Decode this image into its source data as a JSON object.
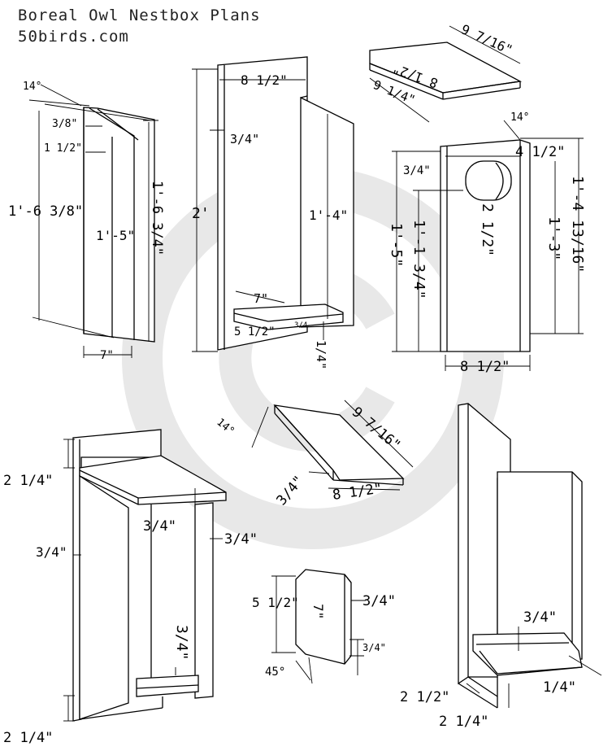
{
  "title": "Boreal Owl Nestbox Plans",
  "site": "50birds.com",
  "watermark_icon": "copyright-icon",
  "views": {
    "side_panel": {
      "roof_angle": "14°",
      "thickness": "3/8\"",
      "front_offset": "1 1/2\"",
      "height_back": "1'-6 3/8\"",
      "height_front": "1'-5\"",
      "height_right": "1'-6 3/4\"",
      "width": "7\""
    },
    "back_panel": {
      "width": "8 1/2\"",
      "thickness": "3/4\"",
      "height": "2'",
      "inner_height": "1'-4\"",
      "floor_depth": "7\"",
      "floor_width": "5 1/2\"",
      "floor_thickness": "3/4",
      "floor_recess": "1/4\""
    },
    "roof_top": {
      "length": "9 7/16\"",
      "width": "8 1/2\"",
      "depth": "9 1/4\""
    },
    "front_panel": {
      "bevel": "14°",
      "hole_offset_side": "4 1/2\"",
      "hole_offset_top": "3/4\"",
      "hole_diameter": "2 1/2\"",
      "hole_height": "1'-1 3/4\"",
      "front_height_left": "1'-5\"",
      "front_height_right": "1'-4 13/16\"",
      "inner_height": "1'-3\"",
      "width": "8 1/2\""
    },
    "assembled_side": {
      "top_overhang": "2 1/4\"",
      "roof_thickness": "3/4\"",
      "wall_right": "3/4\"",
      "wall_left": "3/4\"",
      "floor_height": "3/4\"",
      "bottom_overhang": "2 1/4\""
    },
    "roof_detail": {
      "angle": "14°",
      "length": "9 7/16\"",
      "thickness": "3/4\"",
      "width": "8 1/2\""
    },
    "floor_detail": {
      "width": "5 1/2\"",
      "depth": "7\"",
      "thickness": "3/4\"",
      "corner_cut": "3/4\"",
      "corner_angle": "45°"
    },
    "assembled_cutaway": {
      "floor_top": "3/4\"",
      "recess": "1/4\"",
      "bottom_depth": "2 1/2\"",
      "bottom_overhang": "2 1/4\""
    }
  }
}
